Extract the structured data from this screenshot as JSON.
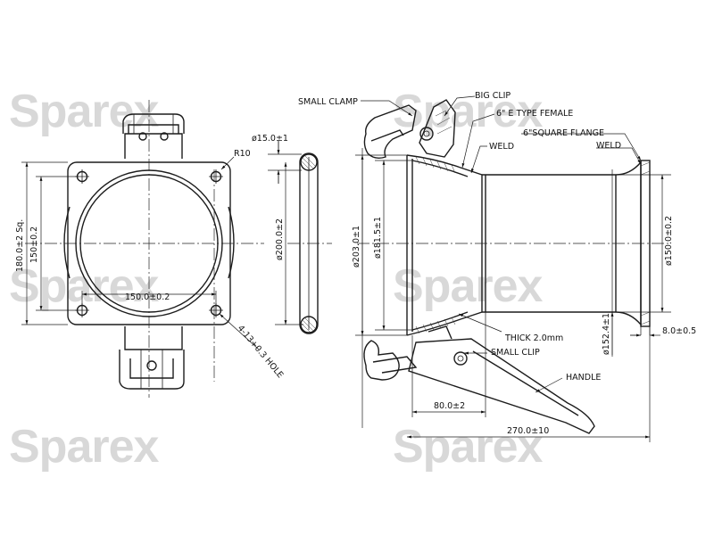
{
  "watermark": {
    "text": "Sparex"
  },
  "front_view": {
    "labels": {
      "radius": "R10",
      "flange_square": "180.0±2 Sq.",
      "hole_pitch_v": "150±0.2",
      "hole_pitch_h": "150.0±0.2",
      "holes": "4-13+0.3 HOLE"
    }
  },
  "seal_view": {
    "labels": {
      "cord_dia": "ø15.0±1",
      "ring_dia": "ø200.0±2"
    }
  },
  "side_view": {
    "labels": {
      "small_clamp": "SMALL CLAMP",
      "big_clip": "BIG CLIP",
      "e_type_female": "6\" E TYPE FEMALE",
      "weld_left": "WELD",
      "square_flange": "6\"SQUARE FLANGE",
      "weld_right": "WELD",
      "dia_203": "ø203.0±1",
      "dia_181": "ø181.5±1",
      "dia_150": "ø150.0±0.2",
      "dia_152": "ø152.4±1",
      "thick": "THICK 2.0mm",
      "small_clip": "SMALL CLIP",
      "handle": "HANDLE",
      "len_80": "80.0±2",
      "flange_thk": "8.0±0.5",
      "len_270": "270.0±10"
    }
  }
}
